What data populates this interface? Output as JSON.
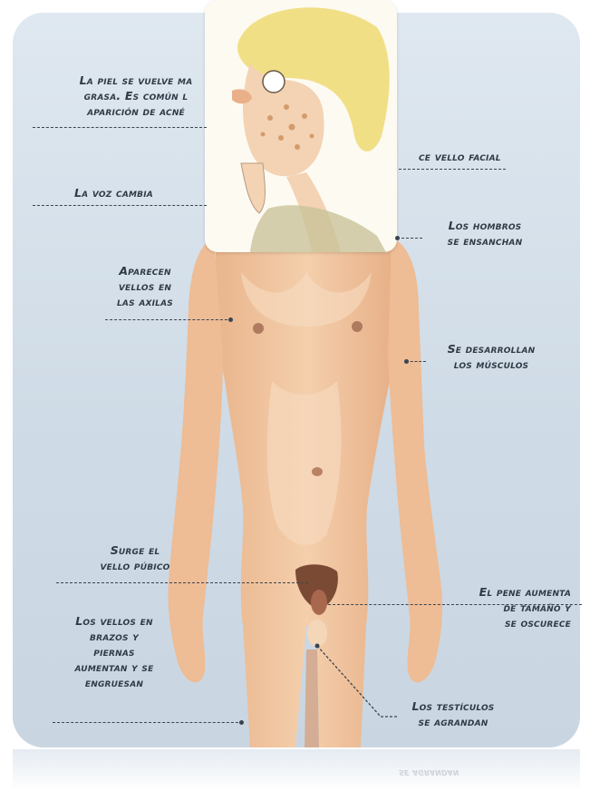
{
  "labels": {
    "piel_line1": "La piel se vuelve ma",
    "piel_line2": "grasa. Es común l",
    "piel_line3": "aparición de acné",
    "vello_facial": "ce vello facial",
    "voz": "La voz cambia",
    "hombros_line1": "Los hombros",
    "hombros_line2": "se ensanchan",
    "axilas_line1": "Aparecen",
    "axilas_line2": "vellos en",
    "axilas_line3": "las axilas",
    "musculos_line1": "Se desarrollan",
    "musculos_line2": "los músculos",
    "pubico_line1": "Surge el",
    "pubico_line2": "vello púbico",
    "pene_line1": "El pene aumenta",
    "pene_line2": "de tamaño y",
    "pene_line3": "se oscurece",
    "vellos_line1": "Los vellos en",
    "vellos_line2": "brazos y",
    "vellos_line3": "piernas",
    "vellos_line4": "aumentan y se",
    "vellos_line5": "engruesan",
    "testiculos_line1": "Los testículos",
    "testiculos_line2": "se agrandan"
  },
  "colors": {
    "panel": "#d6e1eb",
    "skin": "#f1c7a2",
    "skin_shadow": "#e3a77d",
    "hair": "#f2e08a",
    "text": "#2f3a46"
  },
  "reflection_text": "se agrandan"
}
